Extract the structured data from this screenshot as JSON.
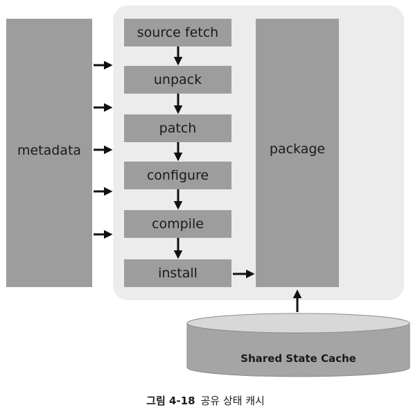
{
  "diagram": {
    "metadata_label": "metadata",
    "package_label": "package",
    "steps": [
      "source fetch",
      "unpack",
      "patch",
      "configure",
      "compile",
      "install"
    ],
    "cache_label": "Shared State Cache"
  },
  "caption": {
    "figure_number": "그림 4-18",
    "title": "공유 상태 캐시"
  },
  "colors": {
    "box_fill": "#9d9d9d",
    "panel_fill": "#ececec",
    "cache_fill": "#a5a5a5",
    "arrow": "#111111"
  }
}
